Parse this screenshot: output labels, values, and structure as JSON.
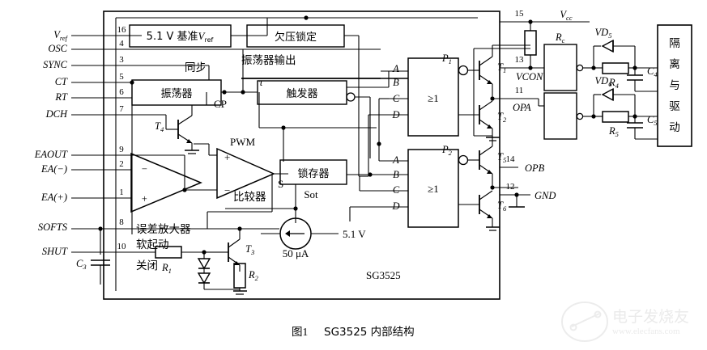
{
  "figure": {
    "caption_prefix": "图1",
    "caption_text": "SG3525 内部结构",
    "chip_label": "SG3525"
  },
  "watermark": {
    "brand": "电子发烧友",
    "url": "www.elecfans.com"
  },
  "left_pins": [
    {
      "name": "V",
      "sub": "ref",
      "num": "16"
    },
    {
      "name": "OSC",
      "sub": "",
      "num": "4"
    },
    {
      "name": "SYNC",
      "sub": "",
      "num": "3"
    },
    {
      "name": "CT",
      "sub": "",
      "num": "5"
    },
    {
      "name": "RT",
      "sub": "",
      "num": "6"
    },
    {
      "name": "DCH",
      "sub": "",
      "num": "7"
    },
    {
      "name": "EAOUT",
      "sub": "",
      "num": "9"
    },
    {
      "name": "EA(−)",
      "sub": "",
      "num": "2"
    },
    {
      "name": "EA(+)",
      "sub": "",
      "num": "1"
    },
    {
      "name": "SOFTS",
      "sub": "",
      "num": "8"
    },
    {
      "name": "SHUT",
      "sub": "",
      "num": "10"
    }
  ],
  "right_pins": [
    {
      "num": "15",
      "name": "V",
      "sub": "cc"
    },
    {
      "num": "13",
      "name": "VCON",
      "sub": ""
    },
    {
      "num": "11",
      "name": "OPA",
      "sub": ""
    },
    {
      "num": "14",
      "name": "OPB",
      "sub": ""
    },
    {
      "num": "12",
      "name": "GND",
      "sub": ""
    }
  ],
  "blocks": {
    "reference": "5.1 V 基准",
    "reference_sub": "V",
    "reference_sub2": "ref",
    "uvlo": "欠压锁定",
    "oscillator": "振荡器",
    "osc_output_label": "振荡器输出",
    "sync_label": "同步",
    "flipflop": "触发器",
    "latch": "锁存器",
    "error_amp": "误差放大器",
    "soft_start": "软起动",
    "shutdown": "关闭",
    "comparator": "比较器",
    "isolation_drive": "隔离与驱动"
  },
  "node_labels": {
    "cp": "CP",
    "tau": "τ",
    "pwm": "PWM",
    "s": "S",
    "sot": "Sot",
    "or_gate": "≥1",
    "p1": "P",
    "p1_sub": "1",
    "p2": "P",
    "p2_sub": "2",
    "gate_inputs": [
      "A",
      "B",
      "C",
      "D"
    ]
  },
  "components": {
    "transistors": [
      {
        "name": "T",
        "sub": "1"
      },
      {
        "name": "T",
        "sub": "2"
      },
      {
        "name": "T",
        "sub": "3"
      },
      {
        "name": "T",
        "sub": "4"
      },
      {
        "name": "T",
        "sub": "5"
      },
      {
        "name": "T",
        "sub": "6"
      }
    ],
    "resistors": [
      {
        "name": "R",
        "sub": "1"
      },
      {
        "name": "R",
        "sub": "2"
      },
      {
        "name": "R",
        "sub": "c"
      },
      {
        "name": "R",
        "sub": "4"
      },
      {
        "name": "R",
        "sub": "5"
      }
    ],
    "capacitors": [
      {
        "name": "C",
        "sub": "3"
      },
      {
        "name": "C",
        "sub": "4"
      },
      {
        "name": "C",
        "sub": "5"
      }
    ],
    "diodes": [
      {
        "name": "VD",
        "sub": "5"
      },
      {
        "name": "VD",
        "sub": "6"
      }
    ]
  },
  "sources": {
    "current_value": "50 μA",
    "voltage_value": "5.1 V"
  },
  "colors": {
    "line": "#000000",
    "background": "#ffffff",
    "watermark": "#d9d9d9"
  }
}
